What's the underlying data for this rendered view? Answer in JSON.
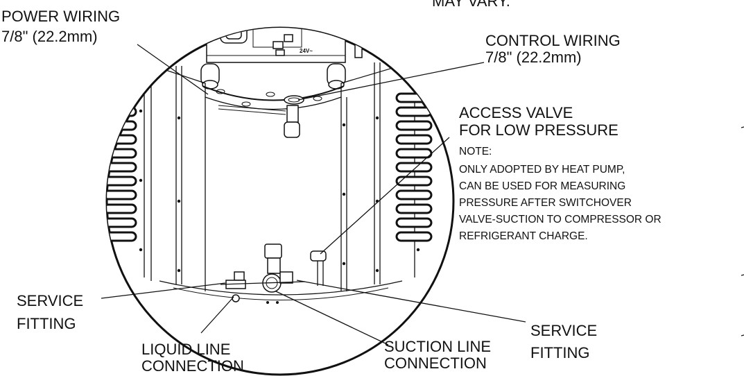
{
  "top_fragment": "MAY VARY.",
  "labels": {
    "power_wiring": [
      "POWER WIRING",
      "7/8\" (22.2mm)"
    ],
    "control_wiring": [
      "CONTROL  WIRING",
      "7/8\" (22.2mm)"
    ],
    "access_valve": [
      "ACCESS VALVE",
      "FOR LOW PRESSURE"
    ],
    "note_title": "NOTE:",
    "note_lines": [
      "ONLY ADOPTED BY  HEAT  PUMP,",
      "CAN BE USED FOR MEASURING",
      "PRESSURE AFTER SWITCHOVER",
      "VALVE-SUCTION TO COMPRESSOR OR",
      "REFRIGERANT  CHARGE."
    ],
    "service_fitting_left": [
      "SERVICE",
      "FITTING"
    ],
    "liquid_line": [
      "LIQUID LINE",
      "CONNECTION"
    ],
    "suction_line": [
      "SUCTION LINE",
      "CONNECTION"
    ],
    "service_fitting_right": [
      "SERVICE",
      "FITTING"
    ]
  },
  "panel_text": "24V~"
}
